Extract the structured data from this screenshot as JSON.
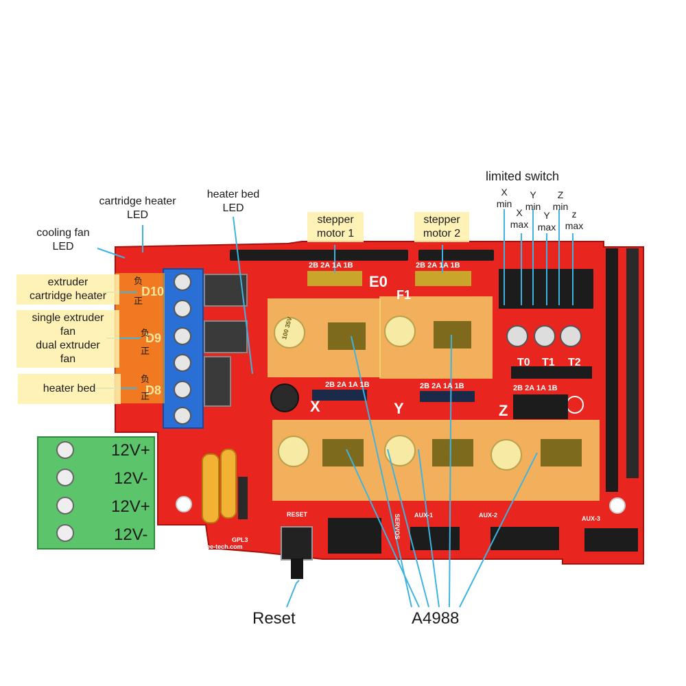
{
  "board": {
    "silk": {
      "e0": "E0",
      "e1": "F1",
      "x": "X",
      "y": "Y",
      "z": "Z",
      "t0": "T0",
      "t1": "T1",
      "t2": "T2",
      "d10": "D10",
      "d9": "D9",
      "d8": "D8",
      "reset": "RESET",
      "aux1": "AUX-1",
      "aux2": "AUX-2",
      "aux3": "AUX-3",
      "servos": "SERVOS",
      "gpl": "GPL3",
      "url": "www.bigtree-tech.com",
      "pins_e0": "2B 2A 1A 1B",
      "pins_e1": "2B 2A 1A 1B",
      "pins_x": "2B 2A 1A 1B",
      "pins_y": "2B 2A 1A 1B",
      "pins_z": "2B 2A 1A 1B",
      "cap": "100 35V"
    },
    "power_pins": [
      "12V+",
      "12V-",
      "12V+",
      "12V-"
    ],
    "polarity": {
      "neg": "负",
      "pos": "正"
    }
  },
  "labels": {
    "limited_switch": "limited switch",
    "x_min": [
      "X",
      "min"
    ],
    "y_min": [
      "Y",
      "min"
    ],
    "z_min": [
      "Z",
      "min"
    ],
    "x_max": [
      "X",
      "max"
    ],
    "y_max": [
      "Y",
      "max"
    ],
    "z_max": [
      "z",
      "max"
    ],
    "heater_bed_led": [
      "heater bed",
      "LED"
    ],
    "cartridge_heater_led": [
      "cartridge heater",
      "LED"
    ],
    "cooling_fan_led": [
      "cooling fan",
      "LED"
    ],
    "stepper_motor_1": [
      "stepper",
      "motor 1"
    ],
    "stepper_motor_2": [
      "stepper",
      "motor 2"
    ],
    "extruder_heater": [
      "extruder",
      "cartridge heater"
    ],
    "fans": [
      "single extruder",
      "fan",
      "dual extruder",
      "fan"
    ],
    "heater_bed": "heater bed",
    "reset": "Reset",
    "a4988": "A4988"
  },
  "colors": {
    "board": "#e8251f",
    "highlight": "#f5d76e",
    "terminal_blue": "#2a6fd6",
    "terminal_green": "#5cc46a",
    "callout_line": "#3fb3e0"
  }
}
